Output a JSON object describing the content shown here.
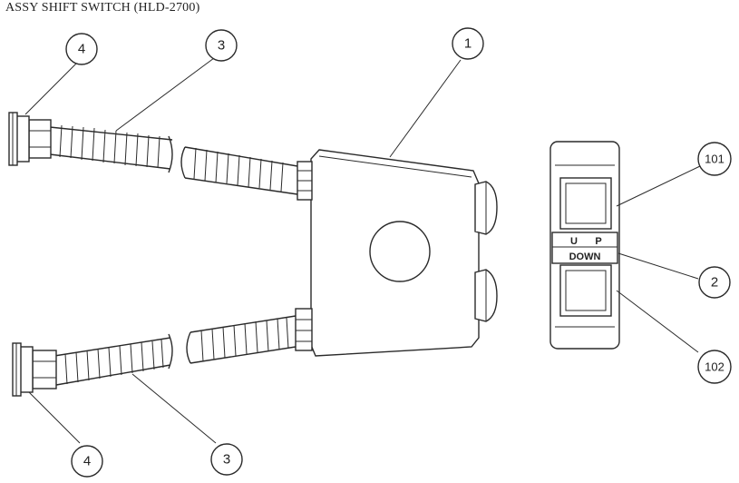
{
  "title": "ASSY SHIFT SWITCH (HLD-2700)",
  "switch_labels": {
    "up_u": "U",
    "up_p": "P",
    "down": "DOWN"
  },
  "callouts": {
    "c1": "1",
    "c2": "2",
    "c3_top": "3",
    "c3_bottom": "3",
    "c4_top": "4",
    "c4_bottom": "4",
    "c101": "101",
    "c102": "102"
  },
  "colors": {
    "line": "#2a2a2a",
    "background": "#ffffff"
  }
}
